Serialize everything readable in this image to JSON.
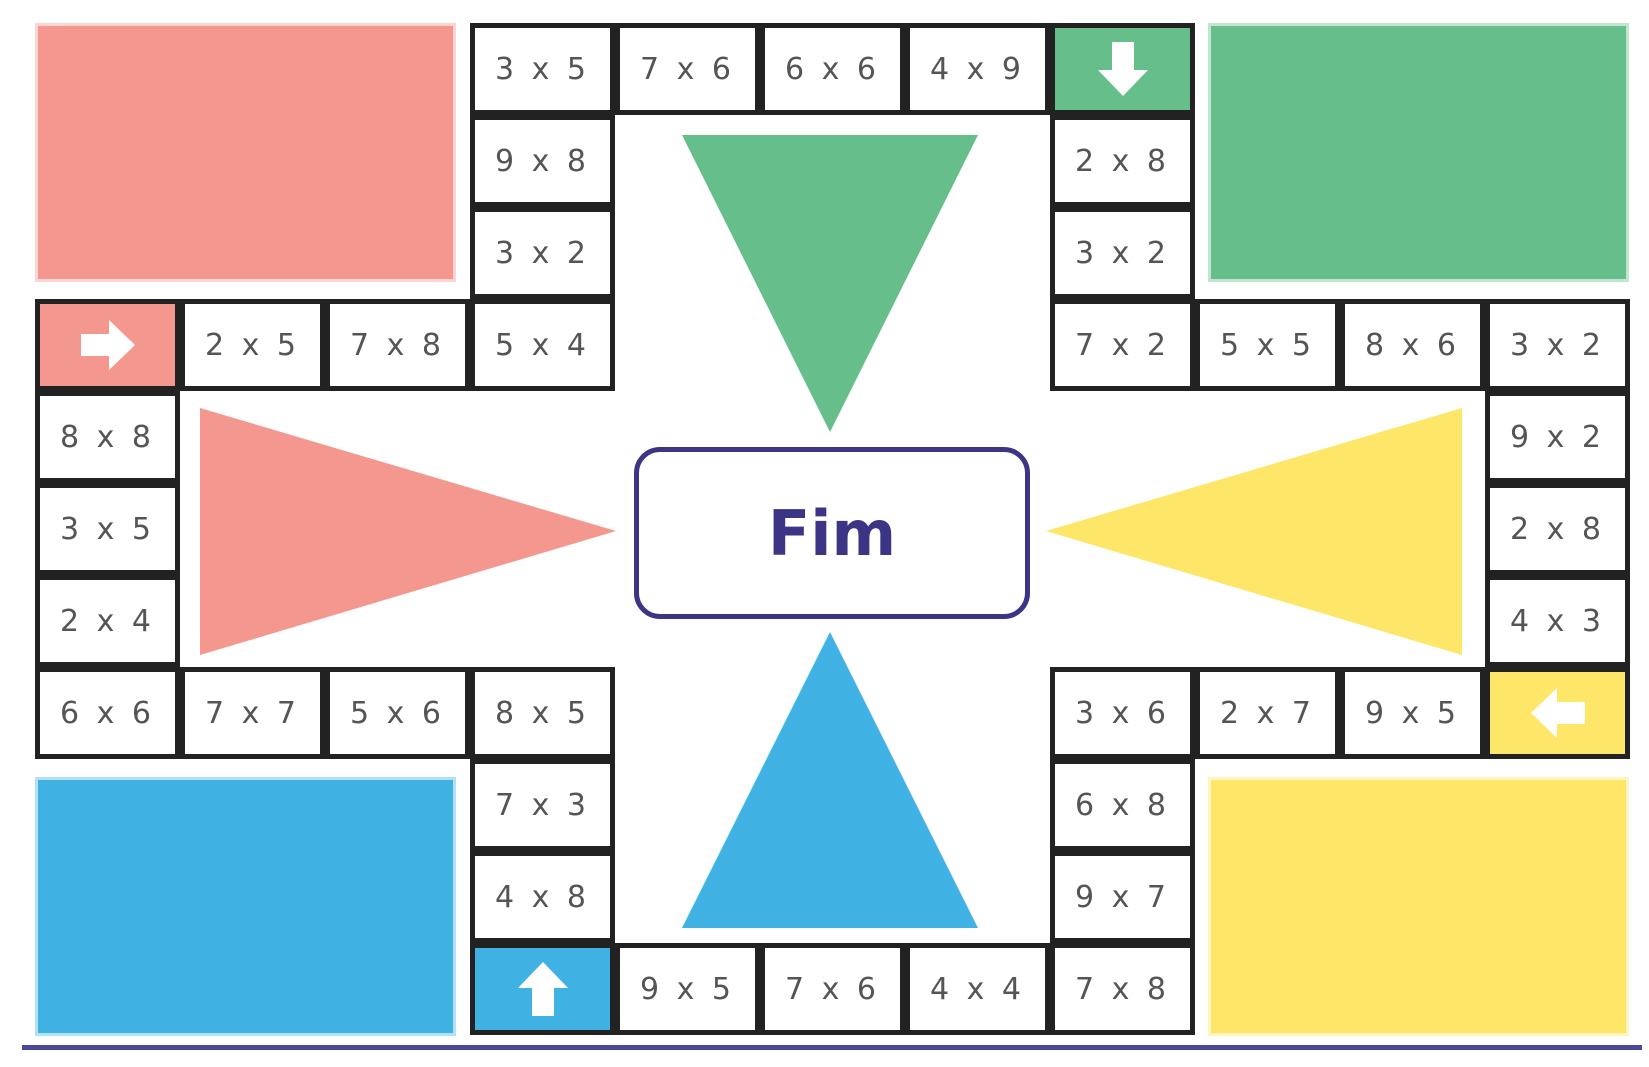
{
  "colors": {
    "red": "#f4978e",
    "green": "#66bf8a",
    "yellow": "#fde668",
    "blue": "#3fb1e3",
    "border": "#222222",
    "center_text": "#3c3585"
  },
  "center": {
    "label": "Fim"
  },
  "homes": [
    {
      "color": "red",
      "name": "home-red"
    },
    {
      "color": "green",
      "name": "home-green"
    },
    {
      "color": "blue",
      "name": "home-blue"
    },
    {
      "color": "yellow",
      "name": "home-yellow"
    }
  ],
  "starts": [
    {
      "color": "green",
      "icon": "arrow-down-icon"
    },
    {
      "color": "red",
      "icon": "arrow-right-icon"
    },
    {
      "color": "yellow",
      "icon": "arrow-left-icon"
    },
    {
      "color": "blue",
      "icon": "arrow-up-icon"
    }
  ],
  "cells": {
    "top_row": [
      "3 x 5",
      "7 x 6",
      "6 x 6",
      "4 x 9"
    ],
    "top_left_column": [
      "9 x 8",
      "3 x 2"
    ],
    "top_right_column": [
      "2 x 8",
      "3 x 2"
    ],
    "left_upper_row": [
      "2 x 5",
      "7 x 8",
      "5 x 4"
    ],
    "right_upper_row": [
      "7 x 2",
      "5 x 5",
      "8 x 6",
      "3 x 2"
    ],
    "left_column": [
      "8 x 8",
      "3 x 5",
      "2 x 4"
    ],
    "right_column": [
      "9 x 2",
      "2 x 8",
      "4 x 3"
    ],
    "left_lower_row": [
      "6 x 6",
      "7 x 7",
      "5 x 6",
      "8 x 5"
    ],
    "right_lower_row": [
      "3 x 6",
      "2 x 7",
      "9 x 5"
    ],
    "bottom_left_column": [
      "7 x 3",
      "4 x 8"
    ],
    "bottom_right_column": [
      "6 x 8",
      "9 x 7"
    ],
    "bottom_row": [
      "9 x 5",
      "7 x 6",
      "4 x 4",
      "7 x 8"
    ]
  }
}
